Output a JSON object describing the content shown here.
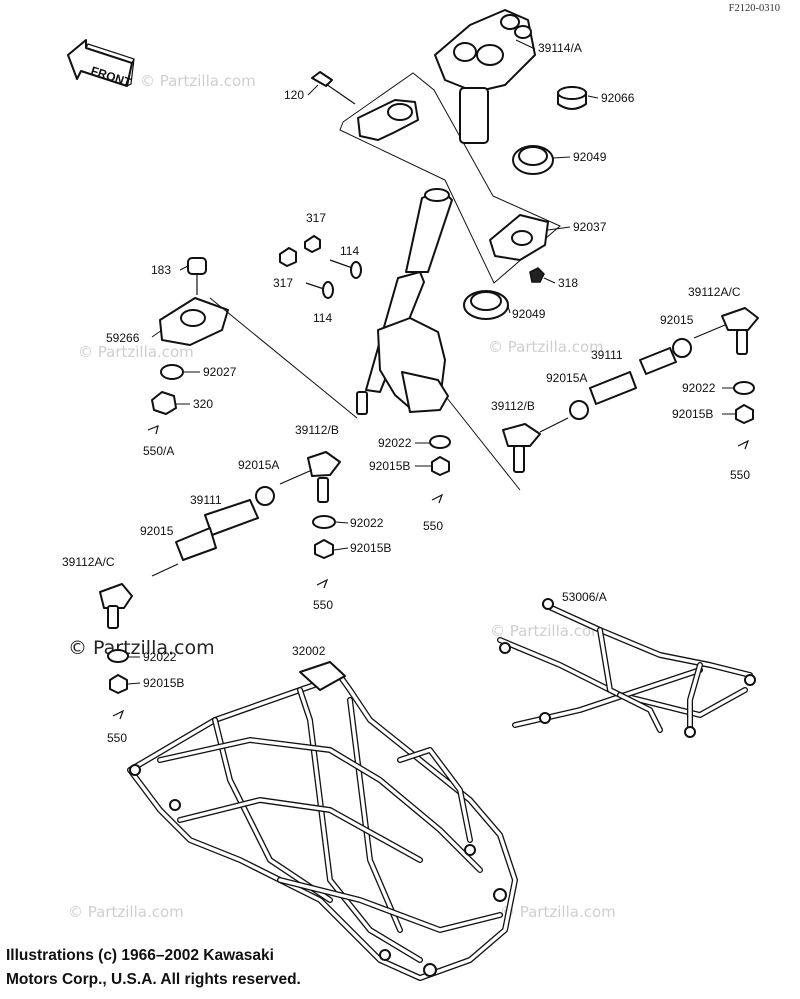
{
  "figure_code": "F2120-0310",
  "front_label": "FRONT",
  "watermark_small": "© Partzilla.com",
  "watermark_big": "© Partzilla.com",
  "copyright": {
    "line1": "Illustrations (c) 1966–2002 Kawasaki",
    "line2": "Motors Corp., U.S.A.  All rights reserved."
  },
  "parts": {
    "p39114A": "39114/A",
    "p120": "120",
    "p92066": "92066",
    "p92049_top": "92049",
    "p92037": "92037",
    "p317_a": "317",
    "p317_b": "317",
    "p114_a": "114",
    "p114_b": "114",
    "p183": "183",
    "p318": "318",
    "p92049_mid": "92049",
    "p59266": "59266",
    "p92027": "92027",
    "p320": "320",
    "p550A": "550/A",
    "p39112B_left": "39112/B",
    "p92015A_left": "92015A",
    "p39111_left": "39111",
    "p92015_left": "92015",
    "p39112AC_left": "39112A/C",
    "p92022_mid": "92022",
    "p92015B_mid": "92015B",
    "p550_mid": "550",
    "p92022_center": "92022",
    "p92015B_center": "92015B",
    "p550_center": "550",
    "p39112AC_right": "39112A/C",
    "p92015_right": "92015",
    "p39111_right": "39111",
    "p92015A_right": "92015A",
    "p92022_right": "92022",
    "p39112B_right": "39112/B",
    "p92015B_right": "92015B",
    "p550_right": "550",
    "p92022_low": "92022",
    "p92015B_low": "92015B",
    "p550_low": "550",
    "p32002": "32002",
    "p53006A": "53006/A"
  }
}
